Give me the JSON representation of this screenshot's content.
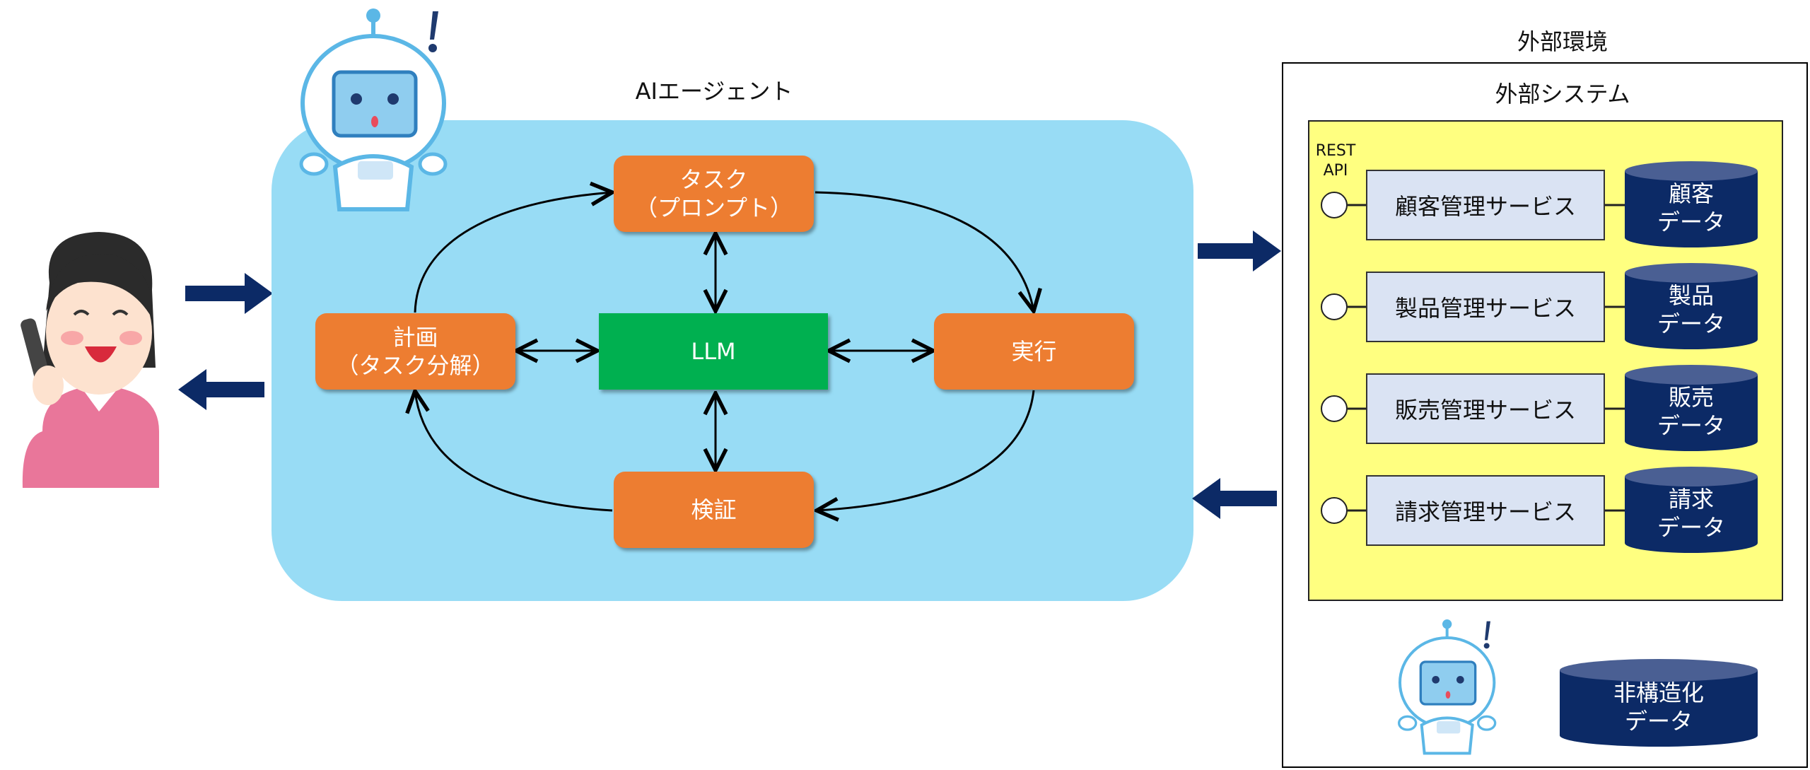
{
  "agent": {
    "title": "AIエージェント",
    "task_line1": "タスク",
    "task_line2": "（プロンプト）",
    "plan_line1": "計画",
    "plan_line2": "（タスク分解）",
    "llm": "LLM",
    "execute": "実行",
    "verify": "検証"
  },
  "external": {
    "env_title": "外部環境",
    "system_title": "外部システム",
    "rest_api": "REST API",
    "services": [
      {
        "name": "顧客管理サービス",
        "db_line1": "顧客",
        "db_line2": "データ"
      },
      {
        "name": "製品管理サービス",
        "db_line1": "製品",
        "db_line2": "データ"
      },
      {
        "name": "販売管理サービス",
        "db_line1": "販売",
        "db_line2": "データ"
      },
      {
        "name": "請求管理サービス",
        "db_line1": "請求",
        "db_line2": "データ"
      }
    ],
    "unstructured_line1": "非構造化",
    "unstructured_line2": "データ"
  },
  "colors": {
    "agent_bg": "#98dcf5",
    "process_box": "#ed7d31",
    "llm_box": "#00b050",
    "system_bg": "#ffff80",
    "service_box": "#dae3f3",
    "db": "#0c2a66",
    "arrow": "#0c2a66"
  }
}
